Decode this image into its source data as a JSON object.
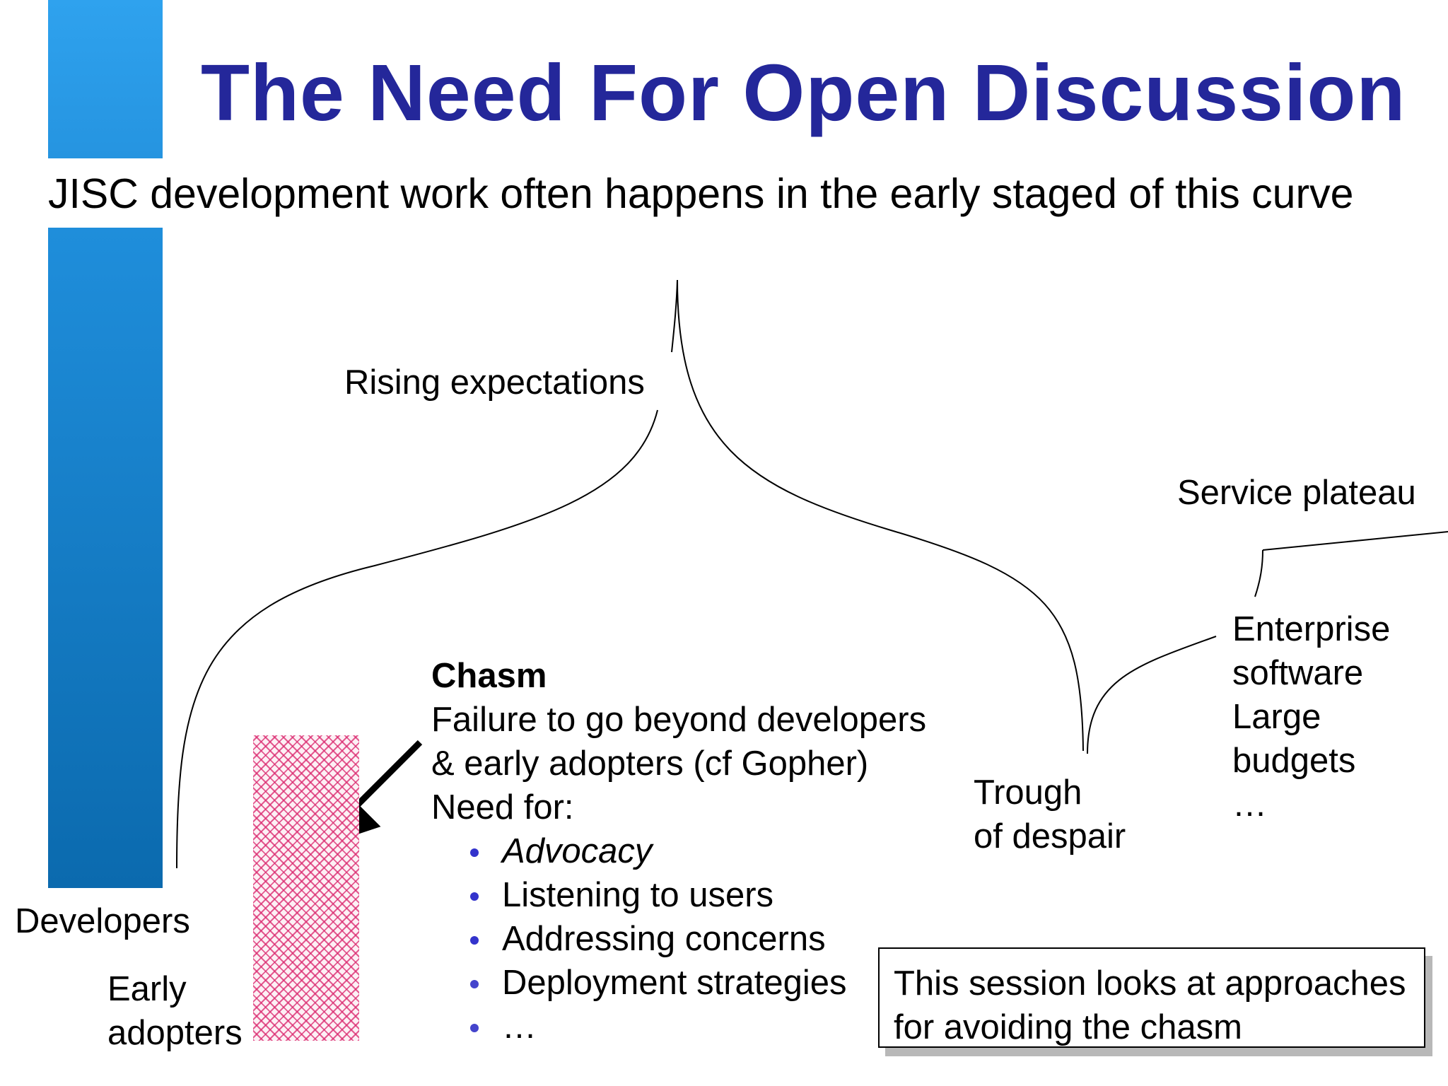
{
  "slide": {
    "title": "The Need For Open Discussion",
    "subtitle": "JISC development work often happens in the early staged of this curve"
  },
  "labels": {
    "rising": "Rising expectations",
    "plateau": "Service plateau",
    "trough": [
      "Trough",
      "of despair"
    ],
    "enterprise": [
      "Enterprise",
      "software",
      "Large",
      "budgets",
      "…"
    ],
    "developers": "Developers",
    "early_adopters": [
      "Early",
      "adopters"
    ]
  },
  "chasm": {
    "heading": "Chasm",
    "lines": [
      "Failure to go beyond developers",
      "& early adopters (cf Gopher)",
      "Need for:"
    ],
    "bullets": [
      "Advocacy",
      "Listening to users",
      "Addressing concerns",
      "Deployment strategies",
      "…"
    ]
  },
  "callout": {
    "lines": [
      "This session looks at approaches",
      "for avoiding the chasm"
    ]
  },
  "colors": {
    "title": "#24279a",
    "bar": "#1f8edb",
    "bullet": "#3333cc",
    "hatch": "#da286e"
  }
}
